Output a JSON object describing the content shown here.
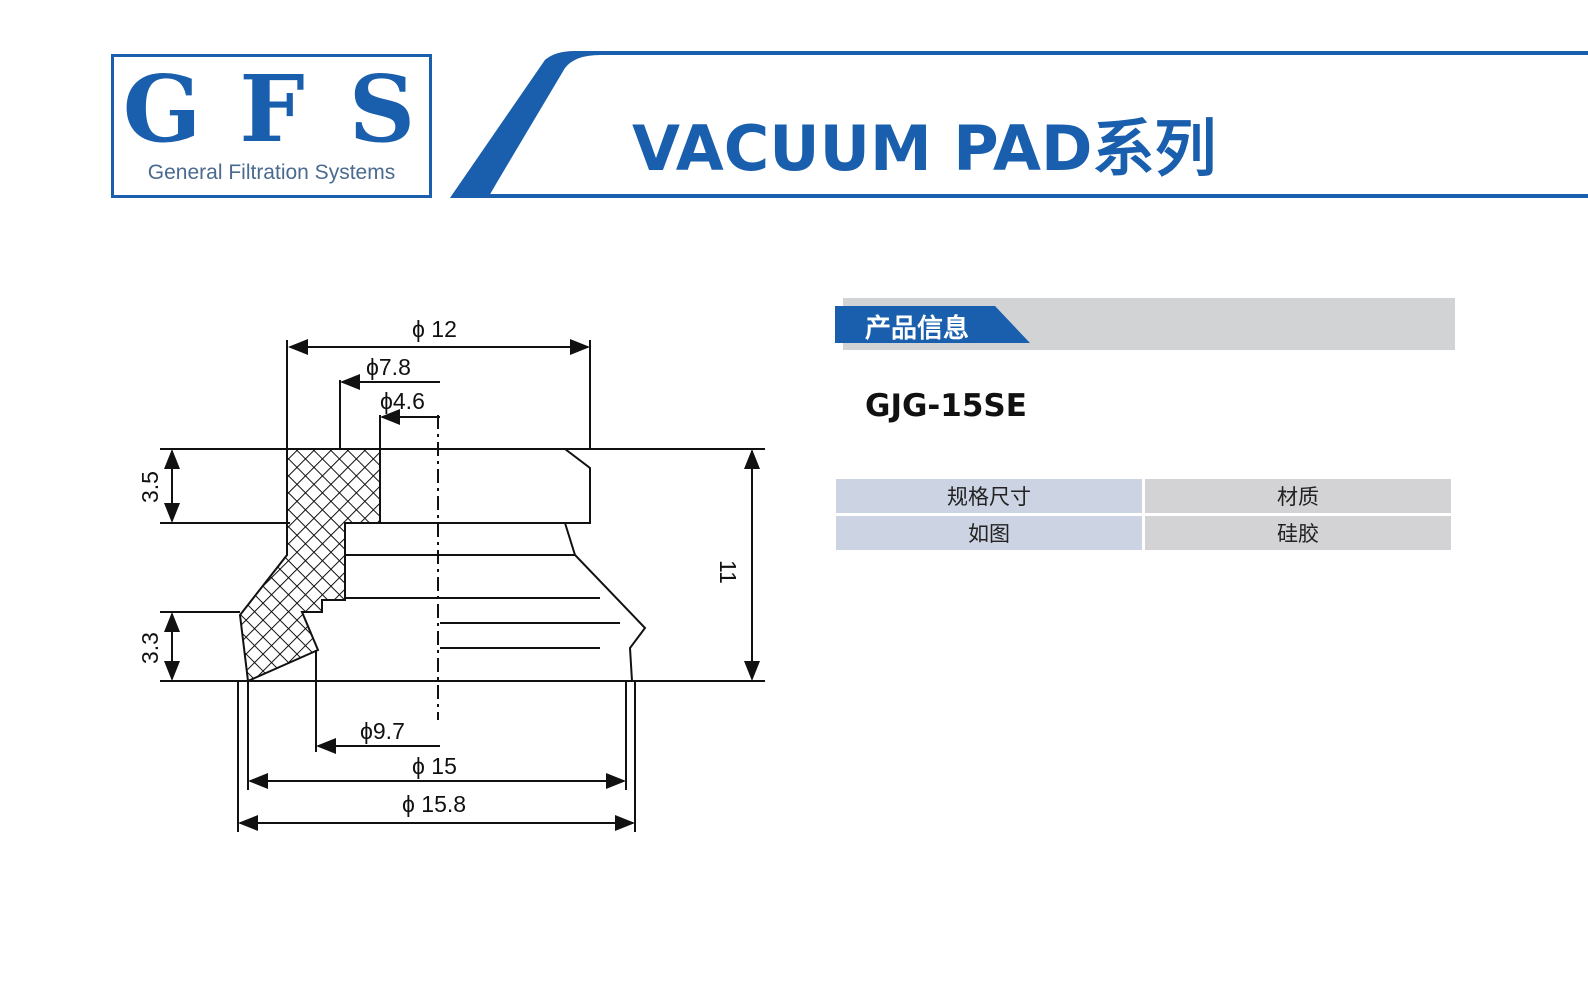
{
  "logo": {
    "letters": [
      "G",
      "F",
      "S"
    ],
    "subtitle": "General Filtration Systems"
  },
  "header": {
    "title": "VACUUM PAD系列",
    "accent": "#1a5fae"
  },
  "info": {
    "tag": "产品信息",
    "model": "GJG-15SE",
    "table": {
      "headers": [
        "规格尺寸",
        "材质"
      ],
      "row": [
        "如图",
        "硅胶"
      ]
    }
  },
  "drawing": {
    "dims": {
      "d12": "ϕ 12",
      "d78": "ϕ7.8",
      "d46": "ϕ4.6",
      "h35": "3.5",
      "h11": "11",
      "h33": "3.3",
      "d97": "ϕ9.7",
      "d15": "ϕ 15",
      "d158": "ϕ 15.8"
    }
  }
}
